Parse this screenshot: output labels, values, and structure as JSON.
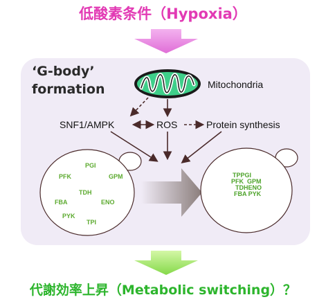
{
  "top_title": "低酸素条件（Hypoxia）",
  "bottom_title": "代謝効率上昇（Metabolic switching）？",
  "heading_line1": "‘G-body’",
  "heading_line2": "formation",
  "labels": {
    "mitochondria": "Mitochondria",
    "snf1": "SNF1/AMPK",
    "ros": "ROS",
    "protein": "Protein synthesis"
  },
  "left_cell_enzymes": [
    "PGI",
    "PFK",
    "GPM",
    "TDH",
    "FBA",
    "ENO",
    "PYK",
    "TPI"
  ],
  "right_cell_enzymes": {
    "row1": "TPPGI",
    "row2": "PFK  GPM",
    "row3": "TDHENO",
    "row4": "FBA PYK"
  },
  "colors": {
    "top_title": "#e23ab4",
    "bottom_title": "#2db52d",
    "top_arrow": "#e87fdc",
    "bottom_arrow": "#9ee660",
    "mitochondria": "#3fcf8a",
    "enzyme_text": "#5caa2f"
  }
}
